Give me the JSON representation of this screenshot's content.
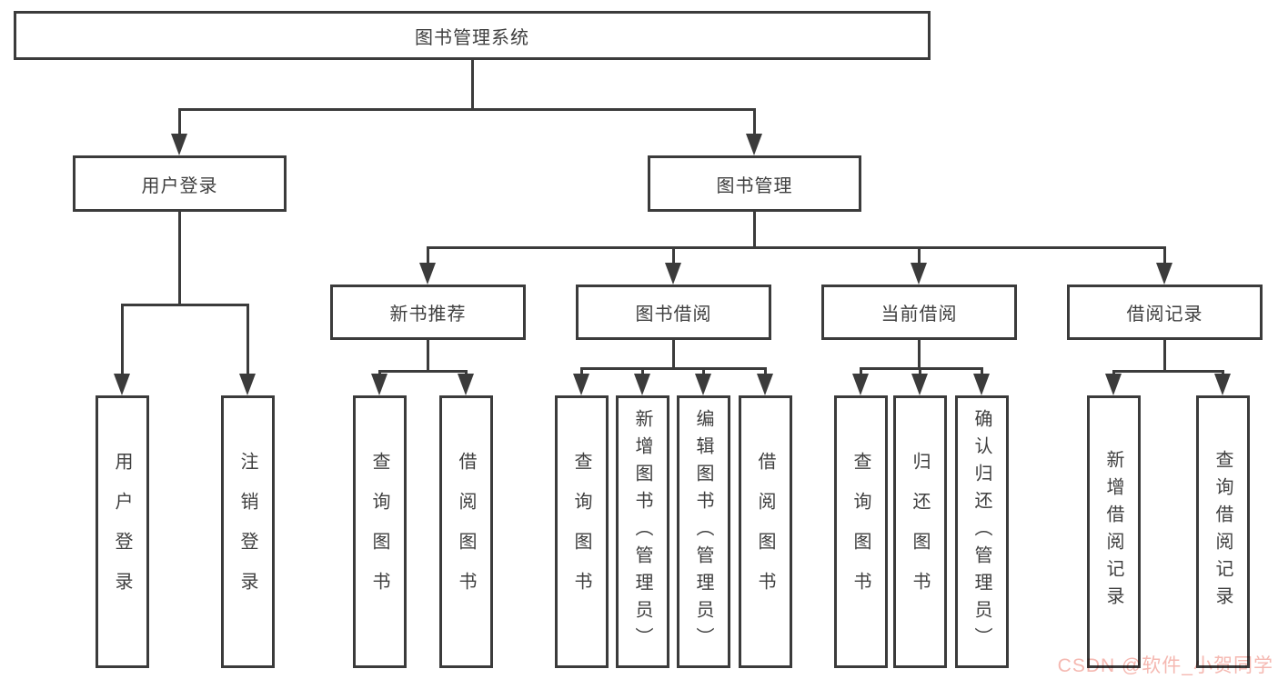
{
  "diagram": {
    "title": "图书管理系统",
    "root": {
      "label": "图书管理系统"
    },
    "branches": {
      "user_login": {
        "label": "用户登录",
        "children": [
          "用户登录",
          "注销登录"
        ]
      },
      "book_management": {
        "label": "图书管理"
      }
    },
    "sections": {
      "new_book": {
        "label": "新书推荐",
        "children": [
          "查询图书",
          "借阅图书"
        ]
      },
      "book_borrow": {
        "label": "图书借阅",
        "children": [
          "查询图书",
          "新增图书（管理员）",
          "编辑图书（管理员）",
          "借阅图书"
        ]
      },
      "current_borrow": {
        "label": "当前借阅",
        "children": [
          "查询图书",
          "归还图书",
          "确认归还（管理员）"
        ]
      },
      "borrow_records": {
        "label": "借阅记录",
        "children": [
          "新增借阅记录",
          "查询借阅记录"
        ]
      }
    }
  },
  "watermark": {
    "text": "CSDN @软件_小贺同学",
    "color": "#f5b8b1"
  },
  "colors": {
    "line": "#3b3b3b",
    "text": "#3f3f3f",
    "background": "#ffffff"
  }
}
